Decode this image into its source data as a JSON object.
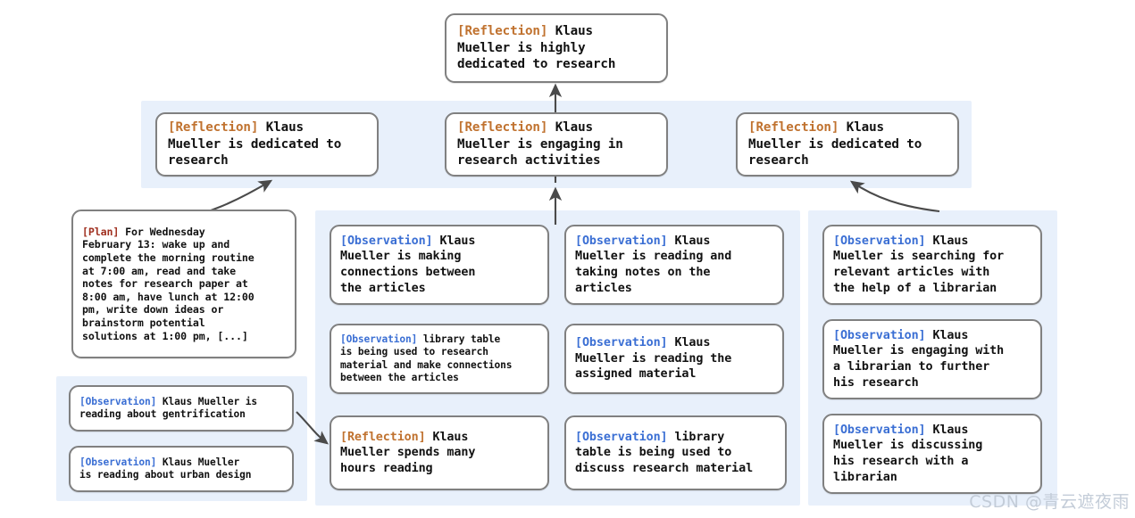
{
  "colors": {
    "panel_background": "#e8f0fb",
    "node_background": "#ffffff",
    "node_border": "#808080",
    "arrow": "#4a4a4a",
    "tag_reflection": "#c0722f",
    "tag_observation": "#3b6fd4",
    "tag_plan": "#a03020",
    "watermark": "#c3ccd8"
  },
  "tags": {
    "reflection": "[Reflection]",
    "observation": "[Observation]",
    "plan": "[Plan]"
  },
  "nodes": {
    "root_reflection": {
      "tag": "[Reflection]",
      "text": " Klaus\nMueller is highly\ndedicated to research"
    },
    "mid_reflection_left": {
      "tag": "[Reflection]",
      "text": " Klaus\nMueller is dedicated to\nresearch"
    },
    "mid_reflection_center": {
      "tag": "[Reflection]",
      "text": " Klaus\nMueller is engaging in\nresearch activities"
    },
    "mid_reflection_right": {
      "tag": "[Reflection]",
      "text": " Klaus\nMueller is dedicated to\nresearch"
    },
    "plan_node": {
      "tag": "[Plan]",
      "text": " For Wednesday\nFebruary 13: wake up and\ncomplete the morning routine\nat 7:00 am, read and take\nnotes for research paper at\n8:00 am, have lunch at 12:00\npm, write down ideas or\nbrainstorm potential\nsolutions at 1:00 pm, [...]"
    },
    "left_obs_1": {
      "tag": "[Observation]",
      "text": " Klaus Mueller is\nreading about gentrification"
    },
    "left_obs_2": {
      "tag": "[Observation]",
      "text": " Klaus Mueller\nis reading about urban design"
    },
    "col1_obs_1": {
      "tag": "[Observation]",
      "text": " Klaus\nMueller is making\nconnections between\nthe articles"
    },
    "col1_obs_2": {
      "tag": "[Observation]",
      "text": " library table\nis being used to research\nmaterial and make connections\nbetween the articles"
    },
    "col1_reflection": {
      "tag": "[Reflection]",
      "text": " Klaus\nMueller spends many\nhours reading"
    },
    "col2_obs_1": {
      "tag": "[Observation]",
      "text": " Klaus\nMueller is reading and\ntaking notes on the\narticles"
    },
    "col2_obs_2": {
      "tag": "[Observation]",
      "text": " Klaus\nMueller is reading the\nassigned material"
    },
    "col2_obs_3": {
      "tag": "[Observation]",
      "text": " library\ntable is being used to\ndiscuss research material"
    },
    "col3_obs_1": {
      "tag": "[Observation]",
      "text": " Klaus\nMueller is searching for\nrelevant articles with\nthe help of a librarian"
    },
    "col3_obs_2": {
      "tag": "[Observation]",
      "text": " Klaus\nMueller is engaging with\na librarian to further\nhis research"
    },
    "col3_obs_3": {
      "tag": "[Observation]",
      "text": " Klaus\nMueller is discussing\nhis research with a\nlibrarian"
    }
  },
  "watermark": {
    "text": "CSDN @青云遮夜雨"
  }
}
